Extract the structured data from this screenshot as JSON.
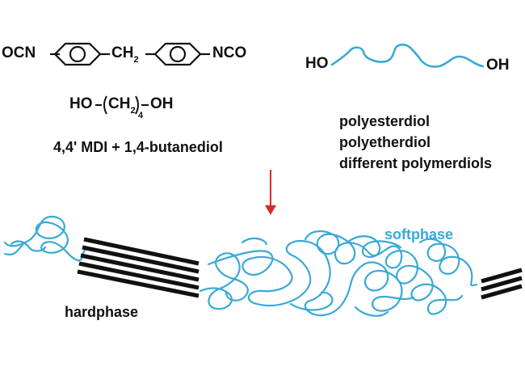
{
  "mdi_structure": {
    "left_group": "OCN",
    "bridge": "CH",
    "bridge_subscript": "2",
    "right_group": "NCO"
  },
  "butanediol_structure": {
    "left": "HO",
    "repeat": "CH",
    "repeat_subscript_inner": "2",
    "repeat_count": "4",
    "right": "OH"
  },
  "hard_segment_caption": "4,4' MDI + 1,4-butanediol",
  "polymer_diol": {
    "left_end": "HO",
    "right_end": "OH"
  },
  "soft_segment_list": [
    "polyesterdiol",
    "polyetherdiol",
    "different polymerdiols"
  ],
  "phase_labels": {
    "hard": "hardphase",
    "soft": "softphase"
  },
  "colors": {
    "soft_chain": "#3aa9d6",
    "hard_block": "#111111",
    "arrow": "#d82a2a",
    "text": "#111111"
  }
}
